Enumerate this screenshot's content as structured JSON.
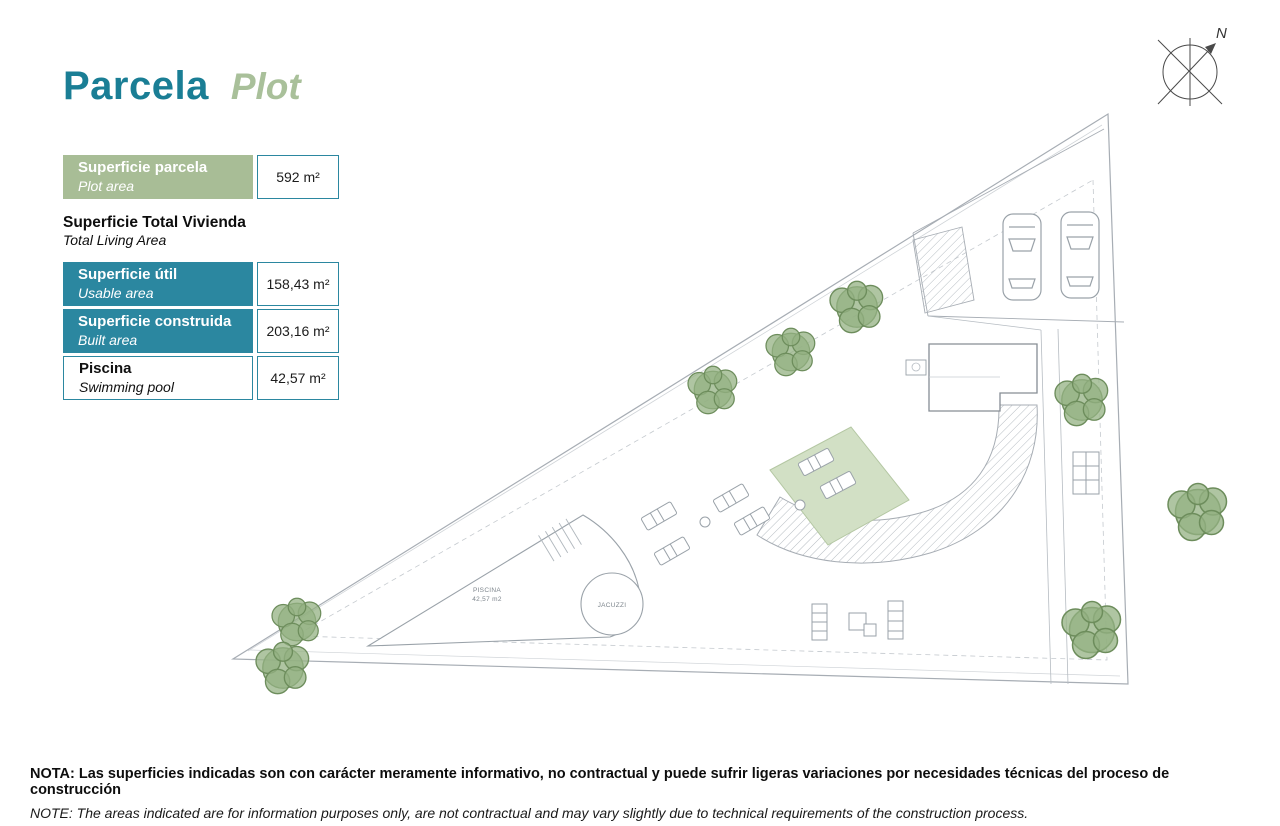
{
  "header": {
    "title_es": "Parcela",
    "title_en": "Plot"
  },
  "compass": {
    "north_label": "N"
  },
  "areas": {
    "plot": {
      "label_es": "Superficie parcela",
      "label_en": "Plot area",
      "value": "592 m²"
    },
    "section": {
      "label_es": "Superficie Total Vivienda",
      "label_en": "Total Living Area"
    },
    "usable": {
      "label_es": "Superficie útil",
      "label_en": "Usable area",
      "value": "158,43 m²"
    },
    "built": {
      "label_es": "Superficie construida",
      "label_en": "Built area",
      "value": "203,16 m²"
    },
    "pool": {
      "label_es": "Piscina",
      "label_en": "Swimming pool",
      "value": "42,57 m²"
    }
  },
  "plan_labels": {
    "pool_name": "PISCINA",
    "pool_area": "42,57 m2",
    "jacuzzi": "JACUZZI"
  },
  "footer": {
    "note_es": "NOTA: Las superficies indicadas son con carácter meramente informativo, no contractual y puede sufrir ligeras variaciones por necesidades técnicas del proceso de construcción",
    "note_en": "NOTE: The areas indicated are for information purposes only, are not contractual and may vary slightly due to technical requirements of the construction process."
  },
  "colors": {
    "teal": "#2b87a0",
    "sage": "#a8bd96",
    "title_teal": "#1a7e95",
    "tree_green": "#94b183"
  }
}
